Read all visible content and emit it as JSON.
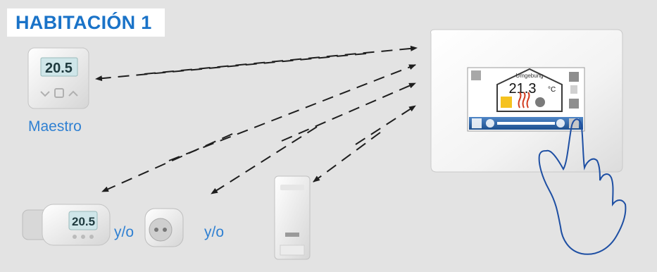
{
  "title": "HABITACIÓN 1",
  "devices": {
    "master_label": "Maestro",
    "connector_1": "y/o",
    "connector_2": "y/o"
  },
  "panel": {
    "screen_title": "Umgebung",
    "temperature": "21.3",
    "unit": "°C"
  },
  "colors": {
    "label_blue": "#2f80d2",
    "title_blue": "#1a73c8",
    "background": "#e3e3e3",
    "arrow": "#1e1e1e"
  }
}
